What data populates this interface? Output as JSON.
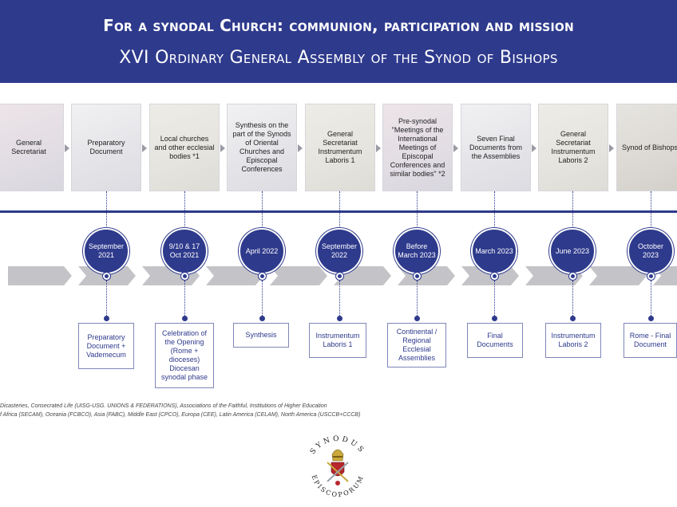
{
  "header": {
    "title": "For a synodal Church: communion, participation and mission",
    "subtitle": "XVI Ordinary General Assembly of the Synod of Bishops"
  },
  "stages": [
    {
      "label": "General Secretariat"
    },
    {
      "label": "Preparatory Document"
    },
    {
      "label": "Local churches and other ecclesial bodies *1"
    },
    {
      "label": "Synthesis on the part of the Synods of Oriental Churches and Episcopal Conferences"
    },
    {
      "label": "General Secretariat Instrumentum Laboris 1"
    },
    {
      "label": "Pre-synodal \"Meetings of the International Meetings of Episcopal Conferences and similar bodies\" *2"
    },
    {
      "label": "Seven Final Documents from the Assemblies"
    },
    {
      "label": "General Secretariat Instrumentum Laboris 2"
    },
    {
      "label": "Synod of Bishops"
    }
  ],
  "milestones": [
    {
      "date": "September 2021",
      "outcome": "Preparatory Document + Vademecum"
    },
    {
      "date": "9/10 & 17 Oct 2021",
      "outcome": "Celebration of the Opening (Rome + dioceses) Diocesan synodal phase"
    },
    {
      "date": "April 2022",
      "outcome": "Synthesis"
    },
    {
      "date": "September 2022",
      "outcome": "Instrumentum Laboris 1"
    },
    {
      "date": "Before March 2023",
      "outcome": "Continental / Regional Ecclesial Assemblies"
    },
    {
      "date": "March 2023",
      "outcome": "Final Documents"
    },
    {
      "date": "June 2023",
      "outcome": "Instrumentum Laboris 2"
    },
    {
      "date": "October 2023",
      "outcome": "Rome - Final Document"
    }
  ],
  "footnotes": {
    "note1": "Dicasteries, Consecrated Life (UISG-USG. UNIONS & FEDERATIONS), Associations of the Faithful, Institutions of Higher Education",
    "note2": "f Africa (SECAM), Oceania (FCBCO), Asia (FABC), Middle East (CPCO), Europa (CEE), Latin America (CELAM), North America (USCCB+CCCB)"
  },
  "seal": {
    "text": "SYNODUS EPISCOPORUM"
  },
  "colors": {
    "primary": "#2e3a8c",
    "track": "#c4c4c8"
  },
  "icons": {
    "seal": "papal-seal-icon",
    "arrow": "chevron-right-icon"
  }
}
